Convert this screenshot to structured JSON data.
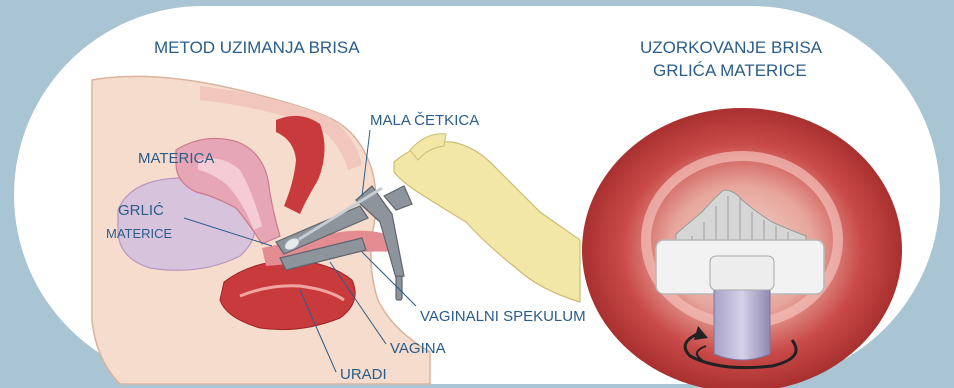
{
  "titles": {
    "left": "METOD UZIMANJA BRISA",
    "right_line1": "UZORKOVANJE BRISA",
    "right_line2": "GRLIĆA MATERICE"
  },
  "labels": {
    "mala_cetkica": "MALA ČETKICA",
    "materica": "MATERICA",
    "grlic": "GRLIĆ",
    "grlic_materice": "MATERICE",
    "vaginalni_spekulum": "VAGINALNI SPEKULUM",
    "vagina": "VAGINA",
    "uradi": "URADI"
  },
  "colors": {
    "background": "#a9c4d3",
    "label_text": "#2a5d8a",
    "tissue_pink": "#e7a6b6",
    "tissue_red": "#c83a3c",
    "glove": "#f3e7a8",
    "speculum": "#8d949c"
  }
}
